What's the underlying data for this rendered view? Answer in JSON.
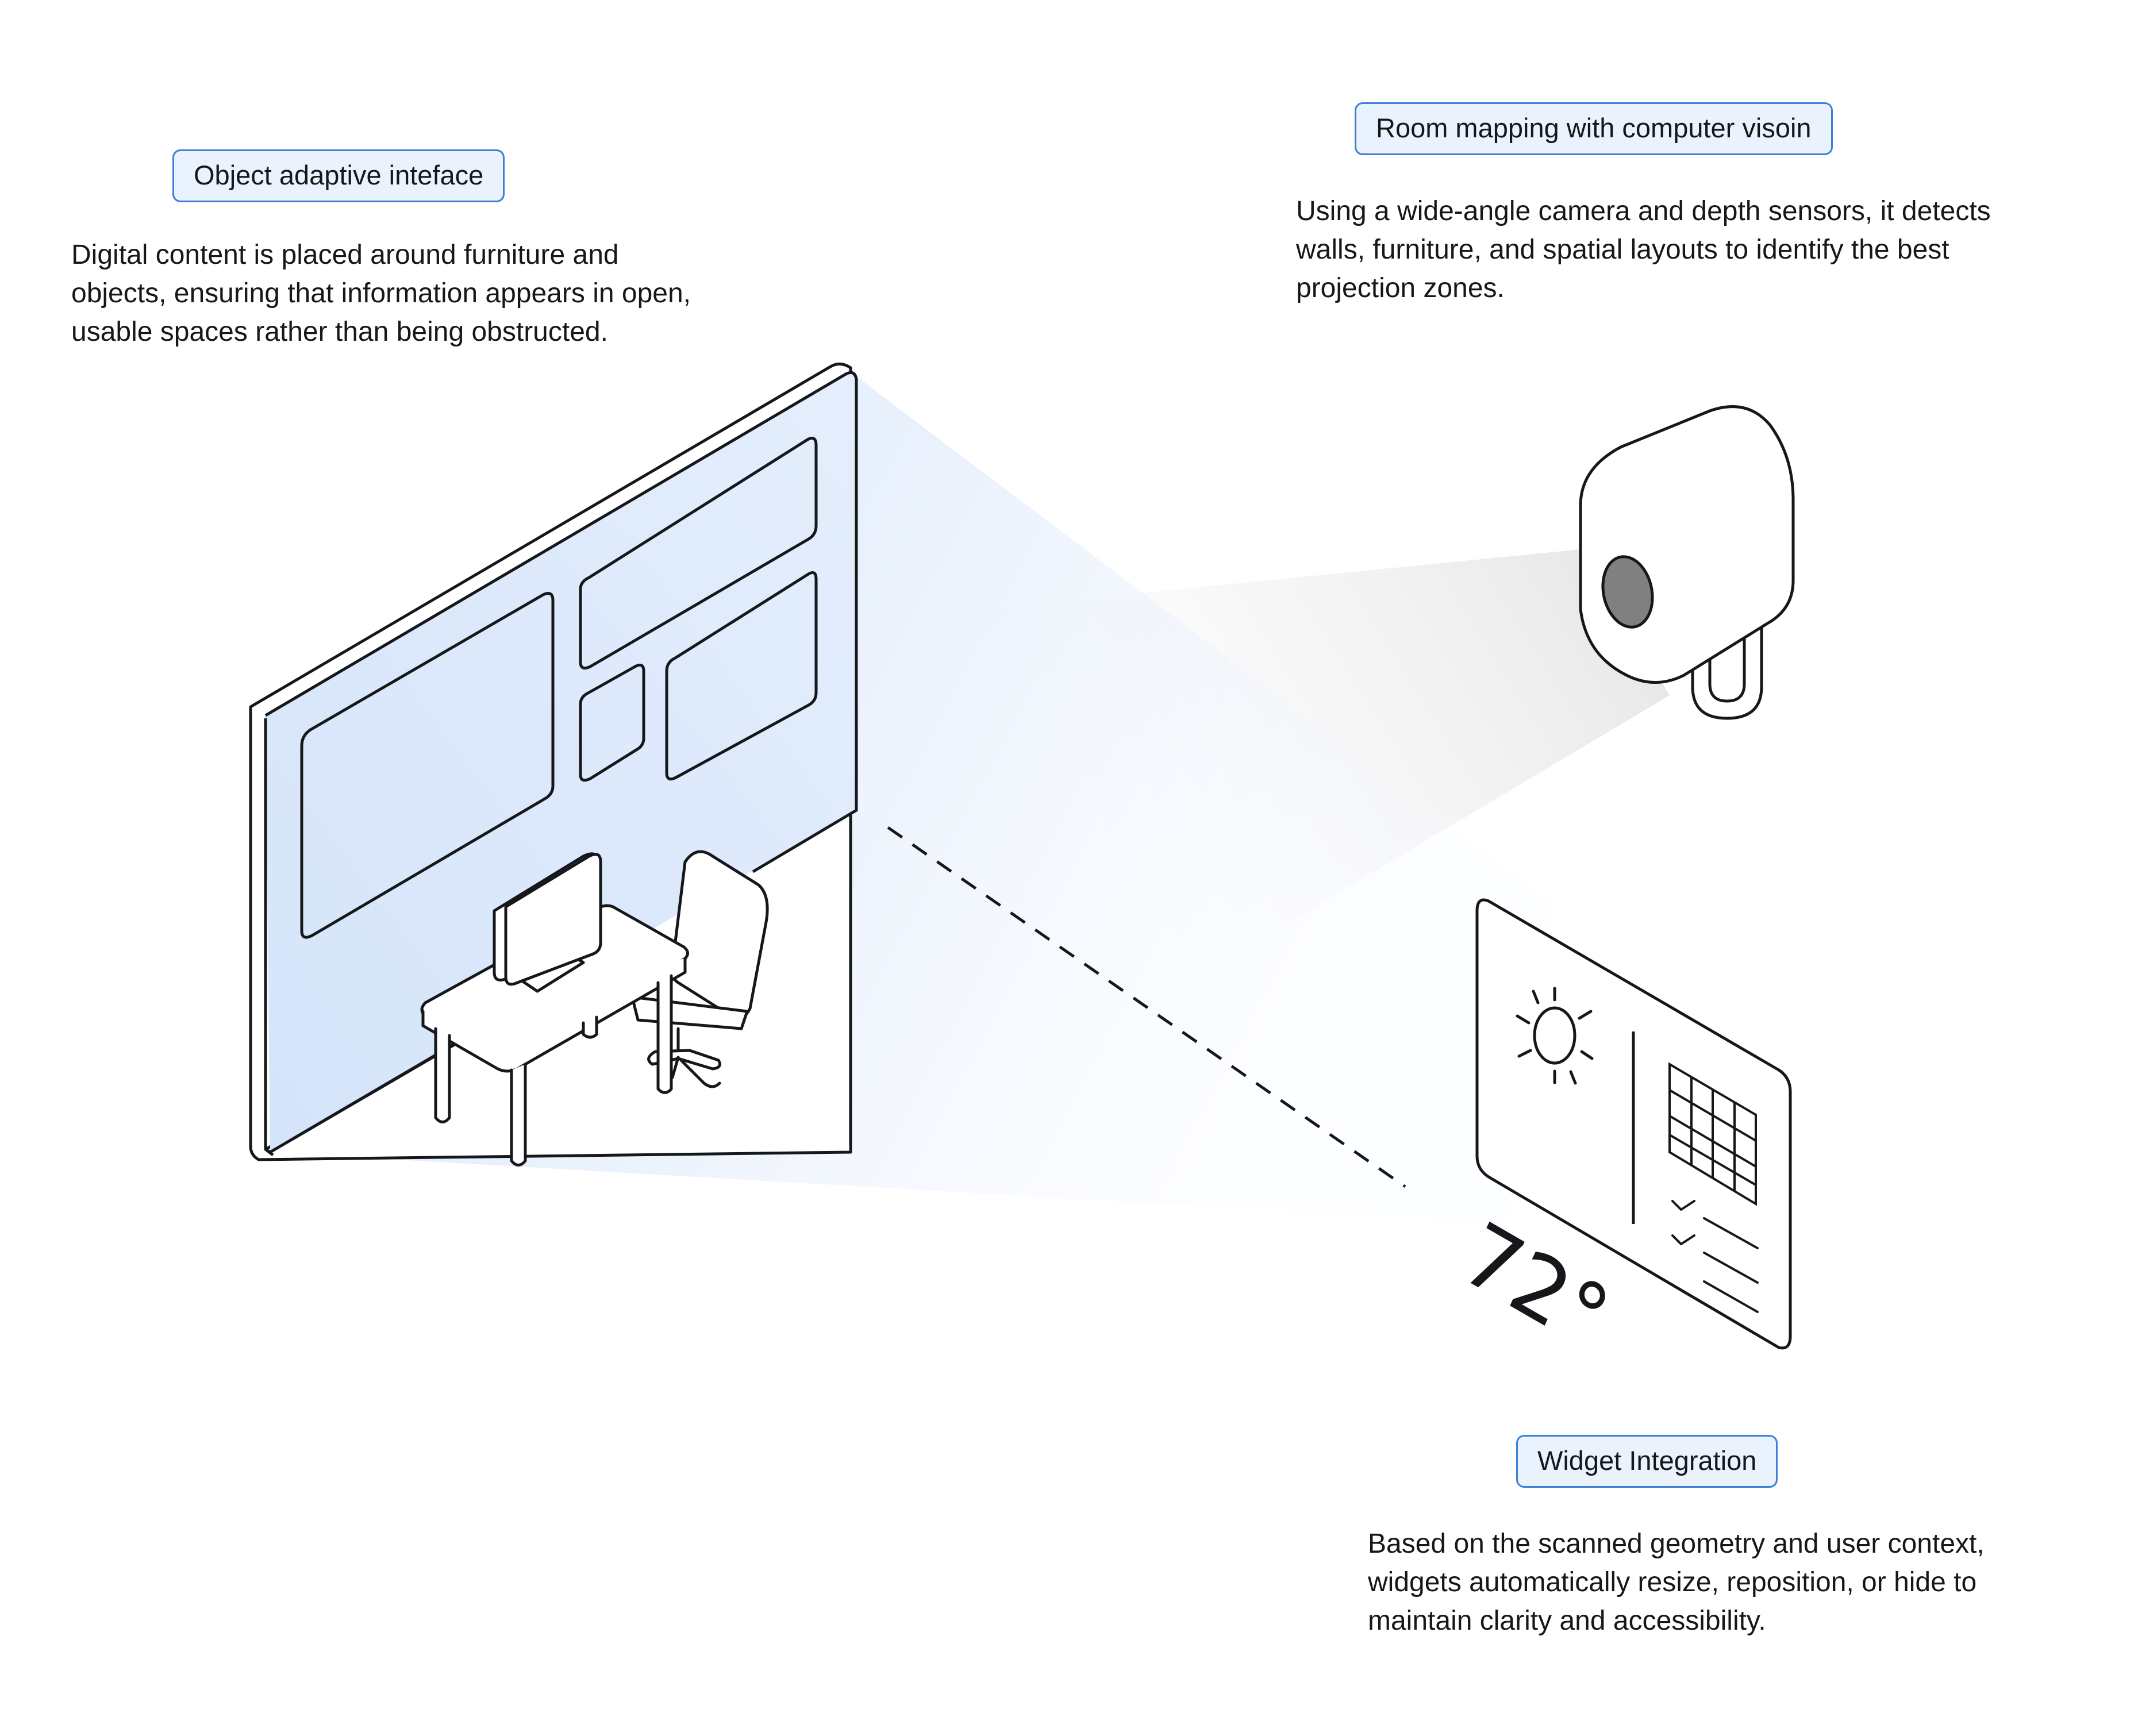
{
  "colors": {
    "ink": "#16171a",
    "tag_fill": "#eaf2fd",
    "tag_border": "#3f7fd6",
    "wall_fill": "#dce8fb",
    "beam": "#cfe0f8",
    "lens": "#808080"
  },
  "callouts": {
    "object": {
      "tag": "Object adaptive inteface",
      "text": "Digital content is placed around furniture and objects, ensuring that information appears in open, usable spaces rather than being obstructed."
    },
    "room": {
      "tag": "Room mapping with computer visoin",
      "text": "Using a wide-angle camera and depth sensors, it detects walls, furniture, and spatial layouts to identify the best projection zones."
    },
    "widget": {
      "tag": "Widget Integration",
      "text": "Based on the scanned geometry and user context, widgets automatically resize, reposition, or hide to maintain clarity and accessibility."
    }
  },
  "widget_card": {
    "temperature": "72°",
    "weather_icon": "sun-icon",
    "calendar_icon": "calendar-grid-icon",
    "checklist_icon": "checklist-icon"
  },
  "illustration": {
    "wall": "projection-wall",
    "camera": "camera-device",
    "furniture": [
      "desk",
      "monitor",
      "office-chair"
    ]
  }
}
